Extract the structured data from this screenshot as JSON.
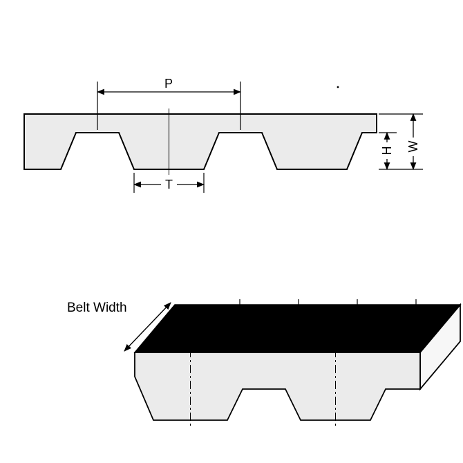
{
  "page": {
    "background": "#ffffff"
  },
  "cross_section": {
    "description": "belt tooth profile cross-section",
    "labels": {
      "pitch": "P",
      "tooth_width": "T",
      "tooth_height": "H",
      "thickness": "W"
    },
    "colors": {
      "outline": "#000000",
      "belt_fill": "#ebebeb"
    }
  },
  "isometric": {
    "description": "belt isometric 3d view",
    "labels": {
      "belt_width": "Belt Width"
    },
    "colors": {
      "top_face": "#000000",
      "front_fill": "#ebebeb",
      "end_fill": "#f7f7f7"
    }
  }
}
